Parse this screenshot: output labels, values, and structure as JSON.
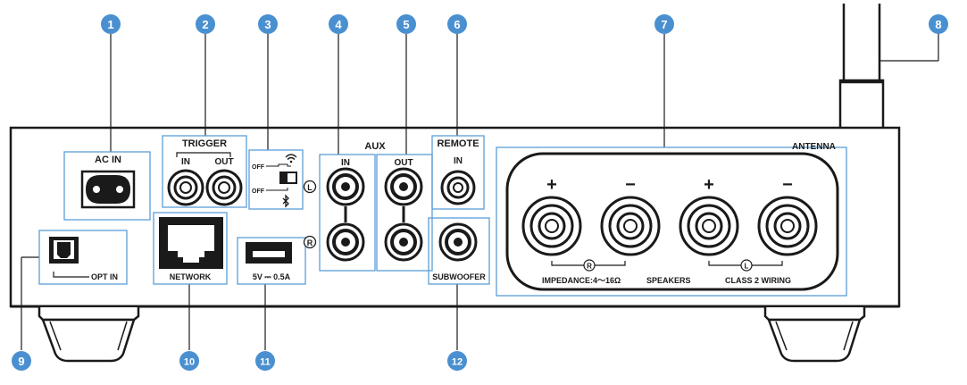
{
  "colors": {
    "callout": "#4a90d0",
    "highlight_border": "#5a9fd8",
    "outline": "#1a1a1a",
    "fill": "#ffffff"
  },
  "callouts": [
    {
      "number": "1",
      "icon": "numbered-callout-icon"
    },
    {
      "number": "2",
      "icon": "numbered-callout-icon"
    },
    {
      "number": "3",
      "icon": "numbered-callout-icon"
    },
    {
      "number": "4",
      "icon": "numbered-callout-icon"
    },
    {
      "number": "5",
      "icon": "numbered-callout-icon"
    },
    {
      "number": "6",
      "icon": "numbered-callout-icon"
    },
    {
      "number": "7",
      "icon": "numbered-callout-icon"
    },
    {
      "number": "8",
      "icon": "numbered-callout-icon"
    },
    {
      "number": "9",
      "icon": "numbered-callout-icon"
    },
    {
      "number": "10",
      "icon": "numbered-callout-icon"
    },
    {
      "number": "11",
      "icon": "numbered-callout-icon"
    },
    {
      "number": "12",
      "icon": "numbered-callout-icon"
    }
  ],
  "labels": {
    "ac_in": "AC IN",
    "trigger": "TRIGGER",
    "trigger_in": "IN",
    "trigger_out": "OUT",
    "switch_off_top": "OFF",
    "switch_off_bottom": "OFF",
    "aux": "AUX",
    "aux_in": "IN",
    "aux_out": "OUT",
    "channel_l": "L",
    "channel_r": "R",
    "remote": "REMOTE",
    "remote_in": "IN",
    "antenna": "ANTENNA",
    "plus": "+",
    "minus": "−",
    "impedance": "IMPEDANCE:4～16Ω",
    "speakers": "SPEAKERS",
    "class2": "CLASS 2 WIRING",
    "opt_in": "OPT IN",
    "network": "NETWORK",
    "usb": "5V ⎓ 0.5A",
    "subwoofer": "SUBWOOFER"
  }
}
